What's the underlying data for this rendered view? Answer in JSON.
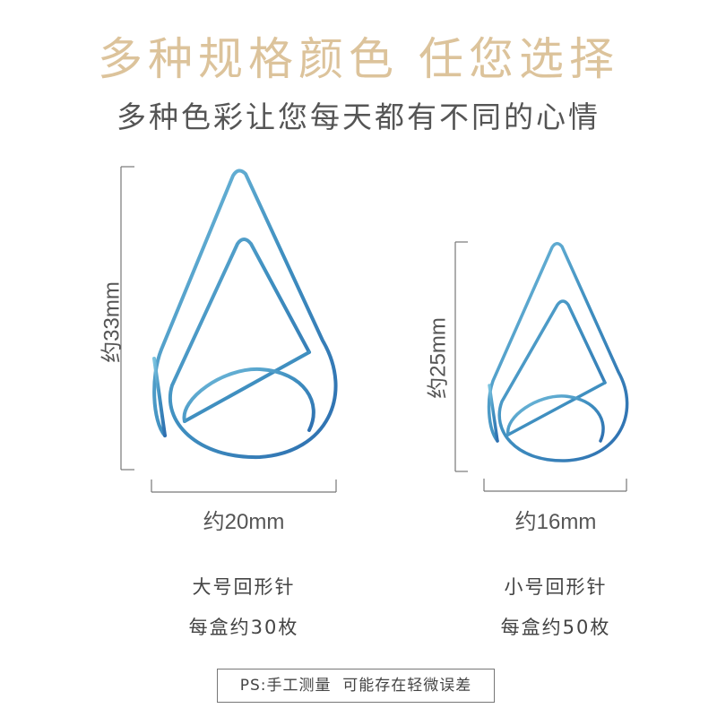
{
  "headline": "多种规格颜色 任您选择",
  "subline": "多种色彩让您每天都有不同的心情",
  "large_clip": {
    "height_label": "约33mm",
    "width_label": "约20mm",
    "name": "大号回形针",
    "count": "每盒约30枚"
  },
  "small_clip": {
    "height_label": "约25mm",
    "width_label": "约16mm",
    "name": "小号回形针",
    "count": "每盒约50枚"
  },
  "note": "PS:手工测量  可能存在轻微误差",
  "colors": {
    "headline": "#dcc39b",
    "clip": "#4a9fc4",
    "dim_line": "#777777"
  }
}
